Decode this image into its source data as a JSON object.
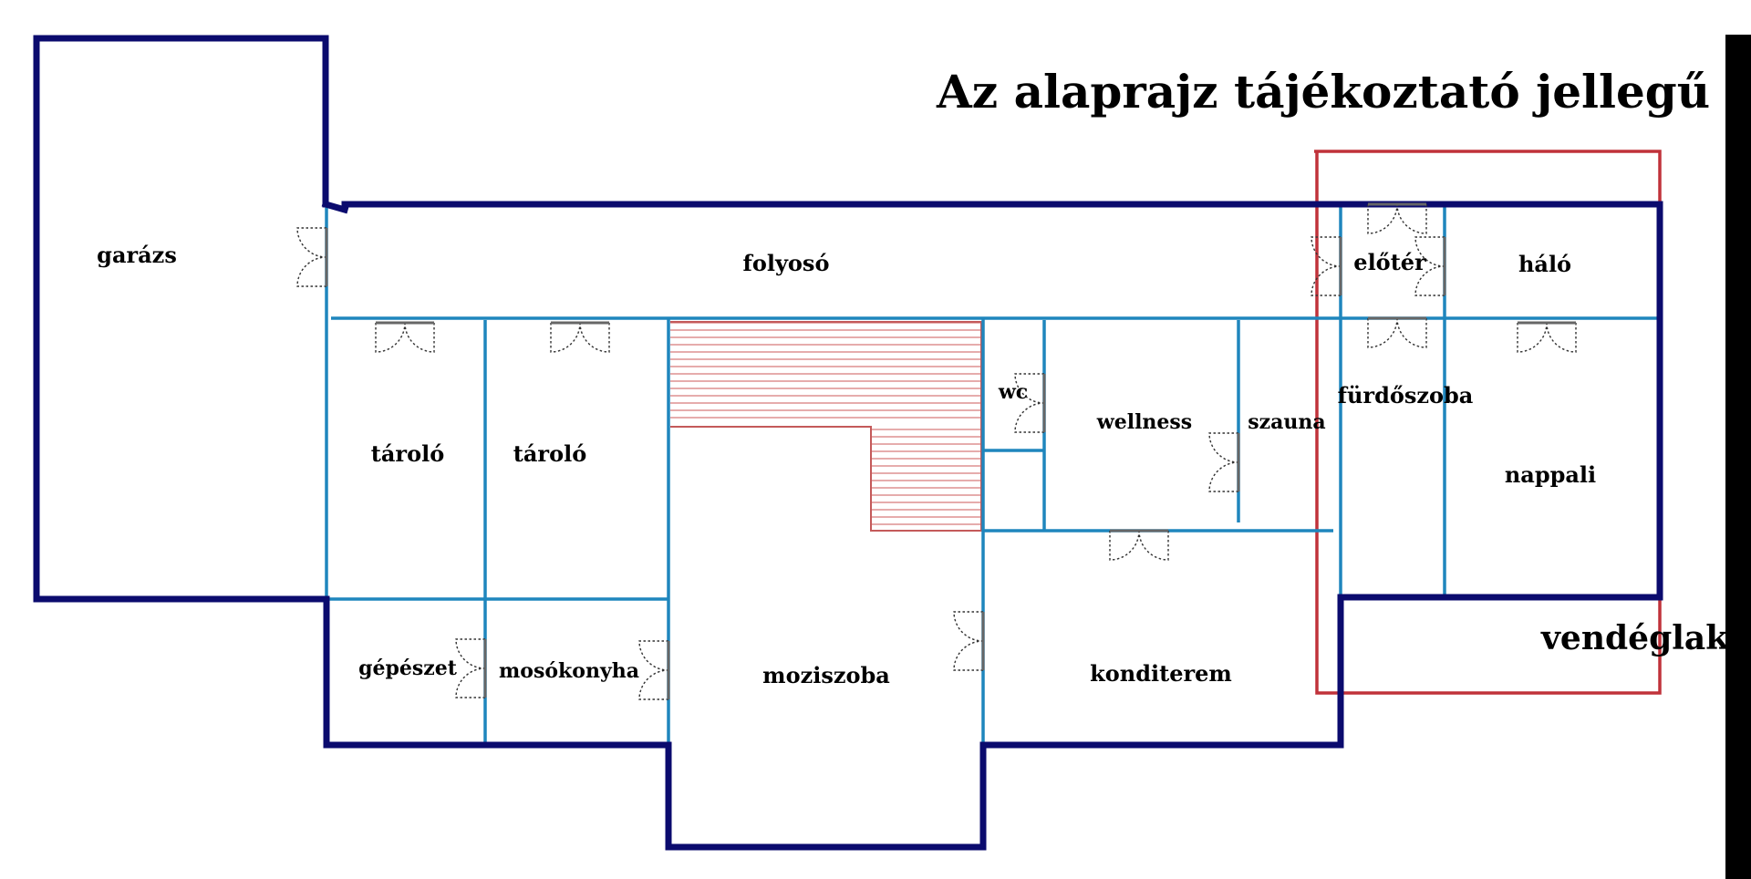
{
  "title": "Az alaprajz tájékoztató jellegű",
  "guest_label": "vendéglak",
  "colors": {
    "outer_wall": "#0b0b6e",
    "inner_wall": "#1f86bd",
    "guest_frame": "#c0323a",
    "stairs": "#d77a7a",
    "right_bar": "#000000"
  },
  "rooms": {
    "garazs": "garázs",
    "folyoso": "folyosó",
    "taroloA": "tároló",
    "taroloB": "tároló",
    "wc": "wc",
    "wellness": "wellness",
    "szauna": "szauna",
    "eloter": "előtér",
    "halo": "háló",
    "furdoszoba": "fürdőszoba",
    "nappali": "nappali",
    "gepeszet": "gépészet",
    "mosokonyha": "mosókonyha",
    "moziszoba": "moziszoba",
    "konditerem": "konditerem"
  }
}
